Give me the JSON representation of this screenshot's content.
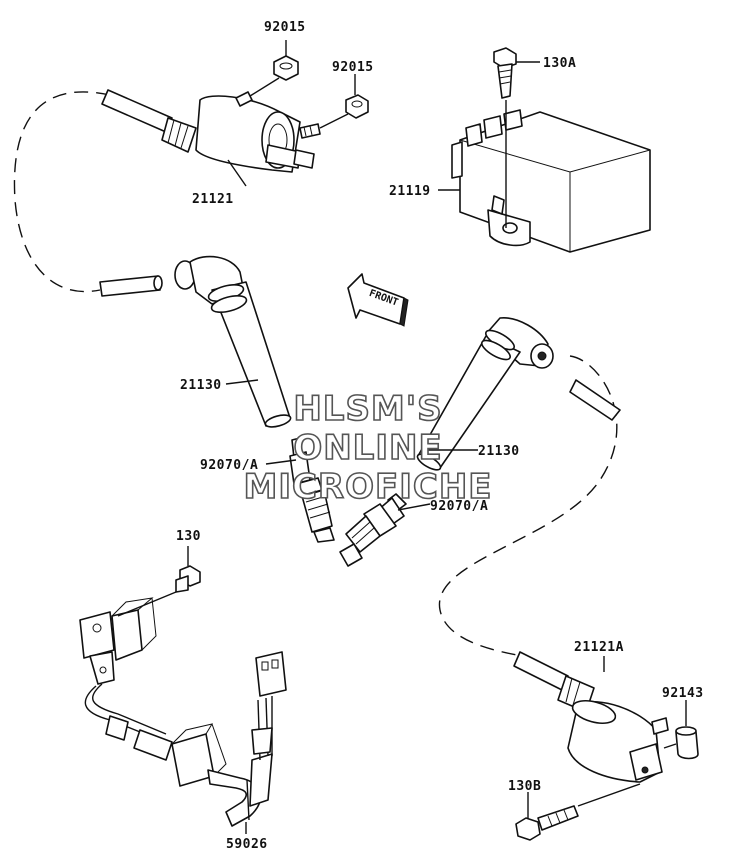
{
  "labels": {
    "p92015a": "92015",
    "p92015b": "92015",
    "p130A": "130A",
    "p21121": "21121",
    "p21119": "21119",
    "p21130a": "21130",
    "p21130b": "21130",
    "p92070a": "92070/A",
    "p92070b": "92070/A",
    "p130": "130",
    "p21121A": "21121A",
    "p92143": "92143",
    "p130B": "130B",
    "p59026": "59026"
  },
  "front_marker": "FRONT",
  "watermark": [
    "HLSM'S",
    "ONLINE",
    "MICROFICHE"
  ]
}
